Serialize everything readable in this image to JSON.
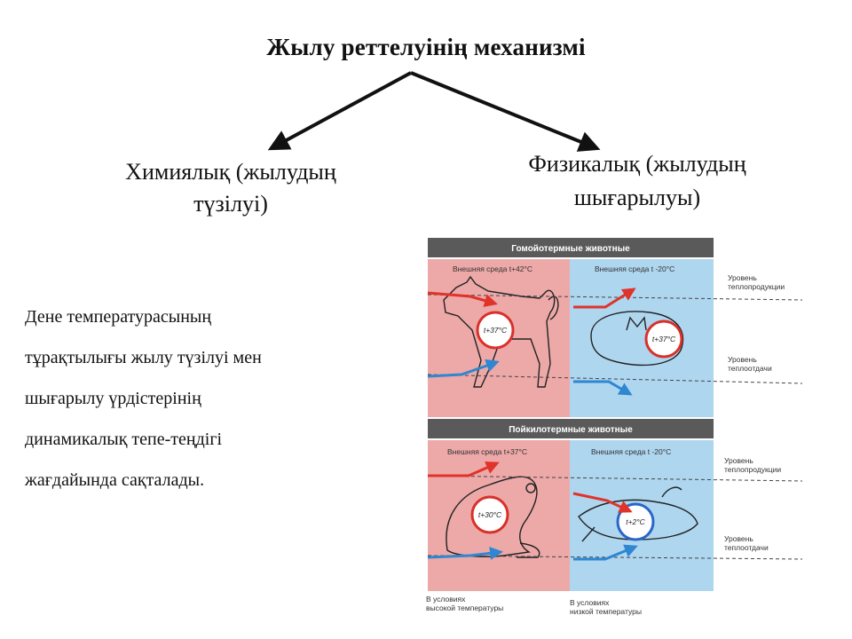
{
  "title": "Жылу реттелуінің механизмі",
  "branches": {
    "left": [
      "Химиялық (жылудың",
      "түзілуі)"
    ],
    "right": [
      "Физикалық (жылудың",
      "шығарылуы)"
    ]
  },
  "description": [
    "Дене температурасының",
    "тұрақтылығы жылу түзілуі мен",
    "шығарылу үрдістерінің",
    "динамикалық тепе-теңдігі",
    "жағдайында сақталады."
  ],
  "figure": {
    "homeo_banner": "Гомойотермные животные",
    "poikilo_banner": "Пойкилотермные животные",
    "homeo_hot_env": "Внешняя среда t+42°C",
    "homeo_cold_env": "Внешняя среда t -20°C",
    "poikilo_hot_env": "Внешняя среда t+37°C",
    "poikilo_cold_env": "Внешняя среда t -20°C",
    "dog_temp": "t+37°C",
    "cat_temp": "t+37°C",
    "frog_hot_temp": "t+30°C",
    "frog_cold_temp": "t+2°C",
    "label_heat_prod_1": [
      "Уровень",
      "теплопродукции"
    ],
    "label_heat_loss_1": [
      "Уровень",
      "теплоотдачи"
    ],
    "label_heat_prod_2": [
      "Уровень",
      "теплопродукции"
    ],
    "label_heat_loss_2": [
      "Уровень",
      "теплоотдачи"
    ],
    "caption_high": [
      "В условиях",
      "высокой температуры"
    ],
    "caption_low": [
      "В условиях",
      "низкой температуры"
    ]
  },
  "colors": {
    "warm_panel": "#eda8a8",
    "cool_panel": "#aed6ef",
    "banner": "#5a5a5a",
    "arrow_red": "#e0332a",
    "arrow_blue": "#2f86d1",
    "circle_red": "#d9302a",
    "circle_blue": "#2a66c8"
  }
}
